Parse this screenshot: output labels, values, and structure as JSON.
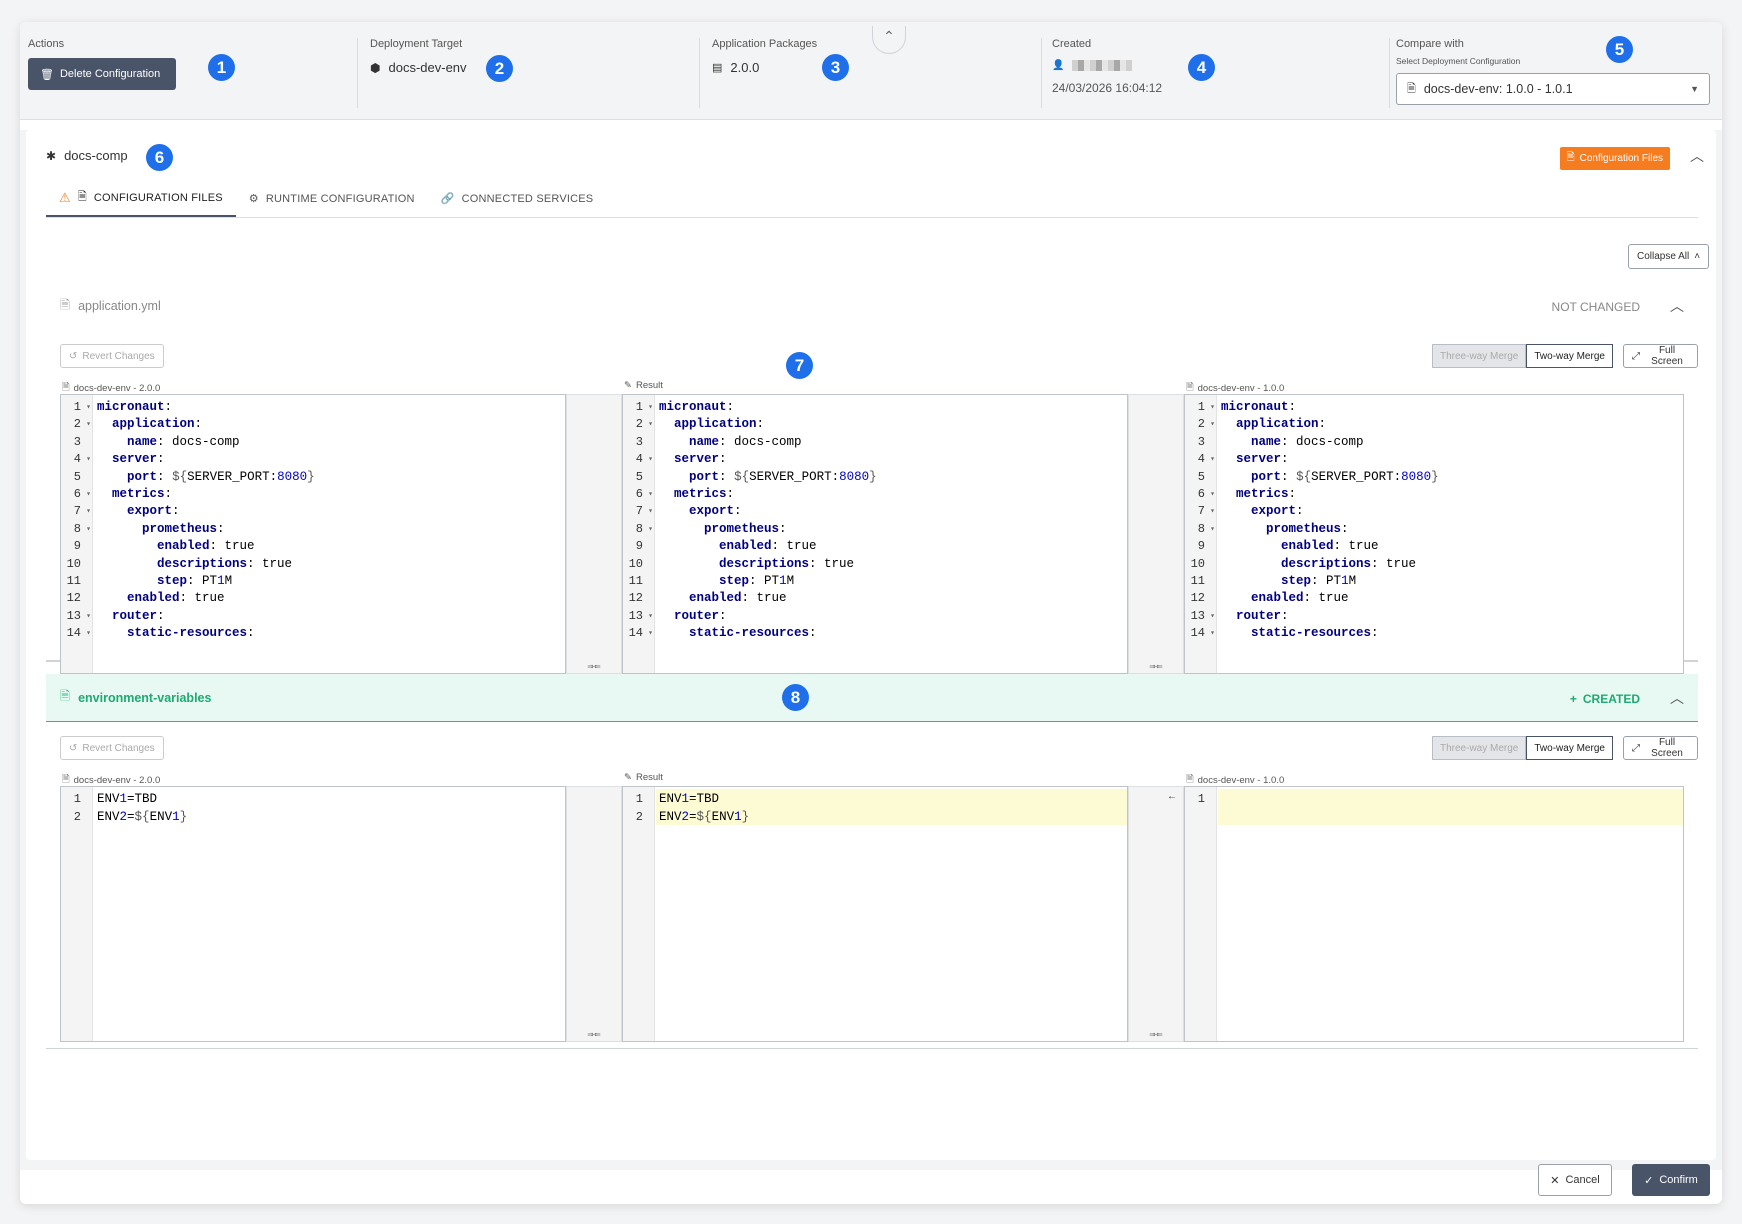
{
  "header": {
    "actions": {
      "label": "Actions",
      "delete_button": "Delete Configuration"
    },
    "deployment_target": {
      "label": "Deployment Target",
      "value": "docs-dev-env"
    },
    "application_packages": {
      "label": "Application Packages",
      "value": "2.0.0"
    },
    "created": {
      "label": "Created",
      "timestamp": "24/03/2026 16:04:12"
    },
    "compare_with": {
      "label": "Compare with",
      "select_label": "Select Deployment Configuration",
      "selected": "docs-dev-env: 1.0.0 - 1.0.1"
    }
  },
  "badges": [
    "1",
    "2",
    "3",
    "4",
    "5",
    "6",
    "7",
    "8"
  ],
  "component": {
    "name": "docs-comp",
    "tag": "Configuration Files",
    "tabs": [
      "CONFIGURATION FILES",
      "RUNTIME CONFIGURATION",
      "CONNECTED SERVICES"
    ],
    "collapse_all": "Collapse All"
  },
  "files": [
    {
      "name": "application.yml",
      "status": "NOT CHANGED",
      "revert": "Revert Changes",
      "merge_three": "Three-way Merge",
      "merge_two": "Two-way Merge",
      "full_screen": "Full Screen",
      "left_label": "docs-dev-env - 2.0.0",
      "mid_label": "Result",
      "right_label": "docs-dev-env - 1.0.0"
    },
    {
      "name": "environment-variables",
      "status": "CREATED",
      "revert": "Revert Changes",
      "merge_three": "Three-way Merge",
      "merge_two": "Two-way Merge",
      "full_screen": "Full Screen",
      "left_label": "docs-dev-env - 2.0.0",
      "mid_label": "Result",
      "right_label": "docs-dev-env - 1.0.0"
    }
  ],
  "yaml_lines": [
    {
      "n": "1",
      "fold": true,
      "indent": "",
      "key": "micronaut",
      "rest": ""
    },
    {
      "n": "2",
      "fold": true,
      "indent": "  ",
      "key": "application",
      "rest": ""
    },
    {
      "n": "3",
      "fold": false,
      "indent": "    ",
      "key": "name",
      "rest": " docs-comp"
    },
    {
      "n": "4",
      "fold": true,
      "indent": "  ",
      "key": "server",
      "rest": ""
    },
    {
      "n": "5",
      "fold": false,
      "indent": "    ",
      "key": "port",
      "rest": " ${SERVER_PORT:8080}"
    },
    {
      "n": "6",
      "fold": true,
      "indent": "  ",
      "key": "metrics",
      "rest": ""
    },
    {
      "n": "7",
      "fold": true,
      "indent": "    ",
      "key": "export",
      "rest": ""
    },
    {
      "n": "8",
      "fold": true,
      "indent": "      ",
      "key": "prometheus",
      "rest": ""
    },
    {
      "n": "9",
      "fold": false,
      "indent": "        ",
      "key": "enabled",
      "rest": " true"
    },
    {
      "n": "10",
      "fold": false,
      "indent": "        ",
      "key": "descriptions",
      "rest": " true"
    },
    {
      "n": "11",
      "fold": false,
      "indent": "        ",
      "key": "step",
      "rest": " PT1M"
    },
    {
      "n": "12",
      "fold": false,
      "indent": "    ",
      "key": "enabled",
      "rest": " true"
    },
    {
      "n": "13",
      "fold": true,
      "indent": "  ",
      "key": "router",
      "rest": ""
    },
    {
      "n": "14",
      "fold": true,
      "indent": "    ",
      "key": "static-resources",
      "rest": ""
    }
  ],
  "env_lines": [
    {
      "n": "1",
      "text": "ENV1=TBD"
    },
    {
      "n": "2",
      "text": "ENV2=${ENV1}"
    }
  ],
  "env_right_lines": [
    "1"
  ],
  "footer": {
    "cancel": "Cancel",
    "confirm": "Confirm"
  }
}
